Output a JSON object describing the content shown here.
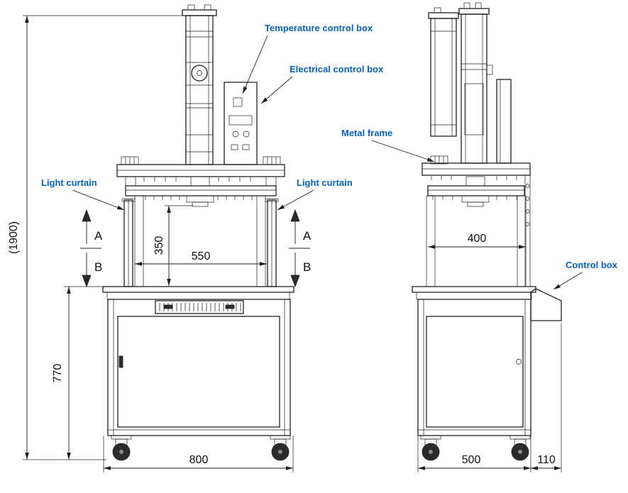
{
  "colors": {
    "annotation": "#0563c1",
    "line": "#1f1f1f"
  },
  "callouts": {
    "temperature_control_box": "Temperature control box",
    "electrical_control_box": "Electrical control box",
    "light_curtain_left": "Light curtain",
    "light_curtain_right": "Light curtain",
    "metal_frame": "Metal frame",
    "control_box": "Control box"
  },
  "section_markers": {
    "a_left": "A",
    "b_left": "B",
    "a_right": "A",
    "b_right": "B"
  },
  "dimensions": {
    "overall_height": "(1900)",
    "base_height": "770",
    "opening_height": "350",
    "opening_width": "550",
    "front_width": "800",
    "side_frame_width": "400",
    "side_base_width": "500",
    "control_box_depth": "110"
  }
}
